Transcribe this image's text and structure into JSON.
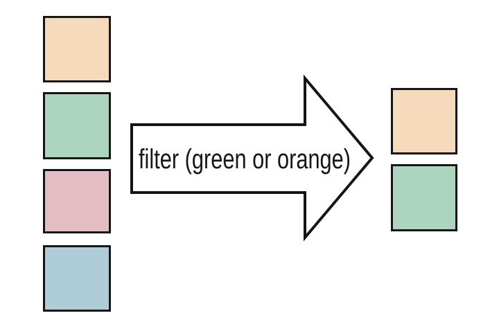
{
  "diagram": {
    "arrow": {
      "label": "filter (green or orange)"
    },
    "input_squares": [
      {
        "name": "orange",
        "color": "#F5DABB"
      },
      {
        "name": "green",
        "color": "#ADD4BF"
      },
      {
        "name": "pink",
        "color": "#E3BDC1"
      },
      {
        "name": "blue",
        "color": "#AECDD9"
      }
    ],
    "output_squares": [
      {
        "name": "orange",
        "color": "#F5DABB"
      },
      {
        "name": "green",
        "color": "#ADD4BF"
      }
    ],
    "colors": {
      "stroke": "#151515",
      "background": "#FFFFFF",
      "arrow_fill": "#FFFFFF"
    }
  }
}
